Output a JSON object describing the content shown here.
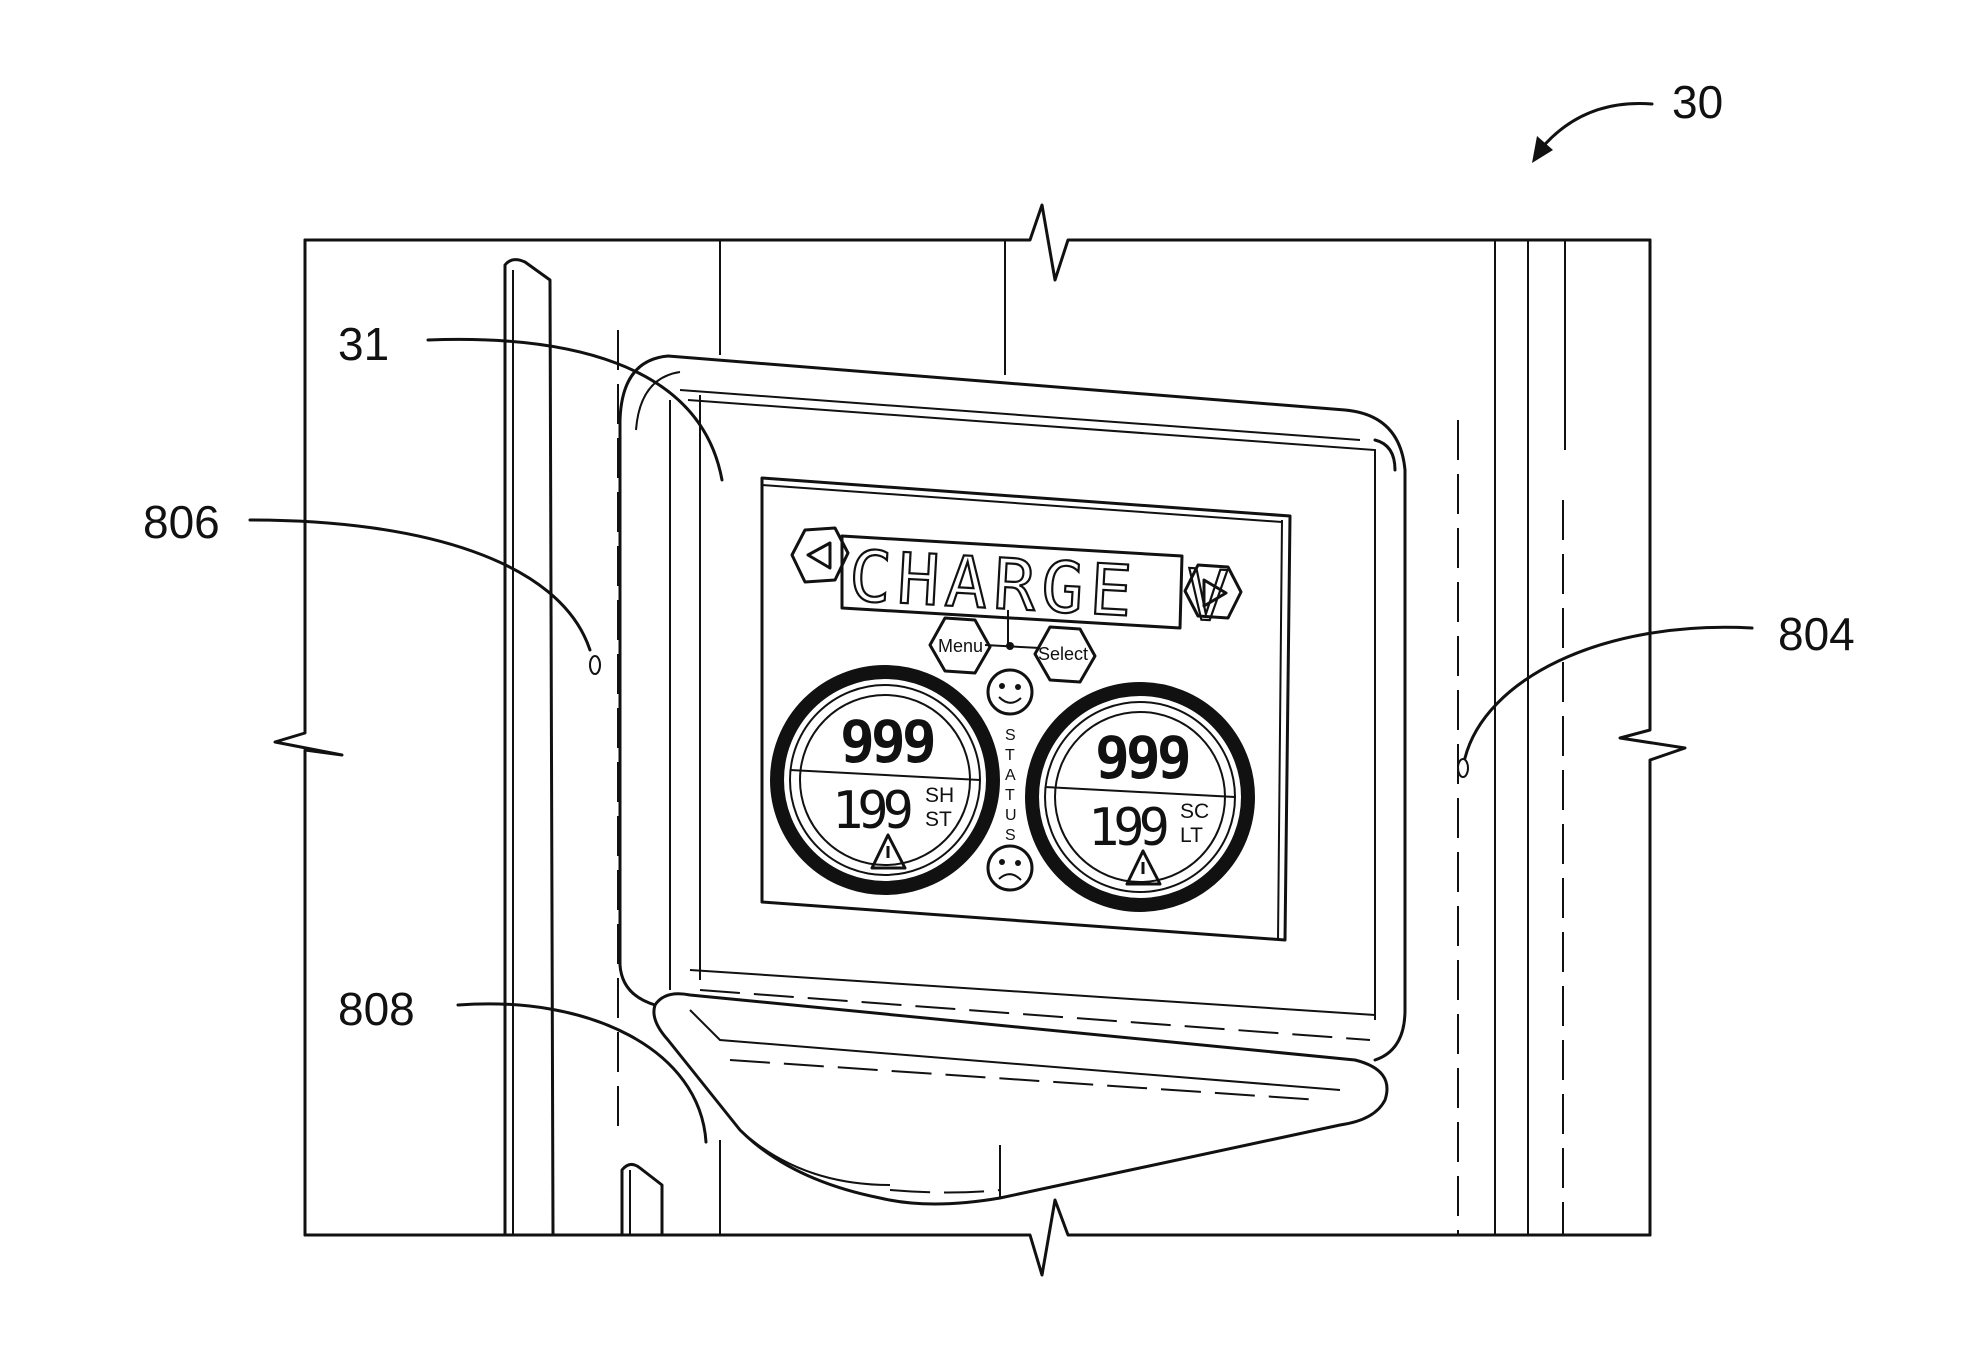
{
  "figure_number": "30",
  "reference_labels": {
    "r31": "31",
    "r806": "806",
    "r804": "804",
    "r808": "808"
  },
  "display": {
    "lcd_text": "CHARGE V",
    "menu_button": "Menu",
    "select_button": "Select",
    "status_word": [
      "S",
      "T",
      "A",
      "T",
      "U",
      "S"
    ],
    "left_gauge": {
      "top_value": "999",
      "bottom_value": "199",
      "label_top": "SH",
      "label_bottom": "ST"
    },
    "right_gauge": {
      "top_value": "999",
      "bottom_value": "199",
      "label_top": "SC",
      "label_bottom": "LT"
    }
  },
  "icons": [
    "left-arrow-icon",
    "right-arrow-icon",
    "happy-face-icon",
    "sad-face-icon",
    "warning-icon"
  ]
}
